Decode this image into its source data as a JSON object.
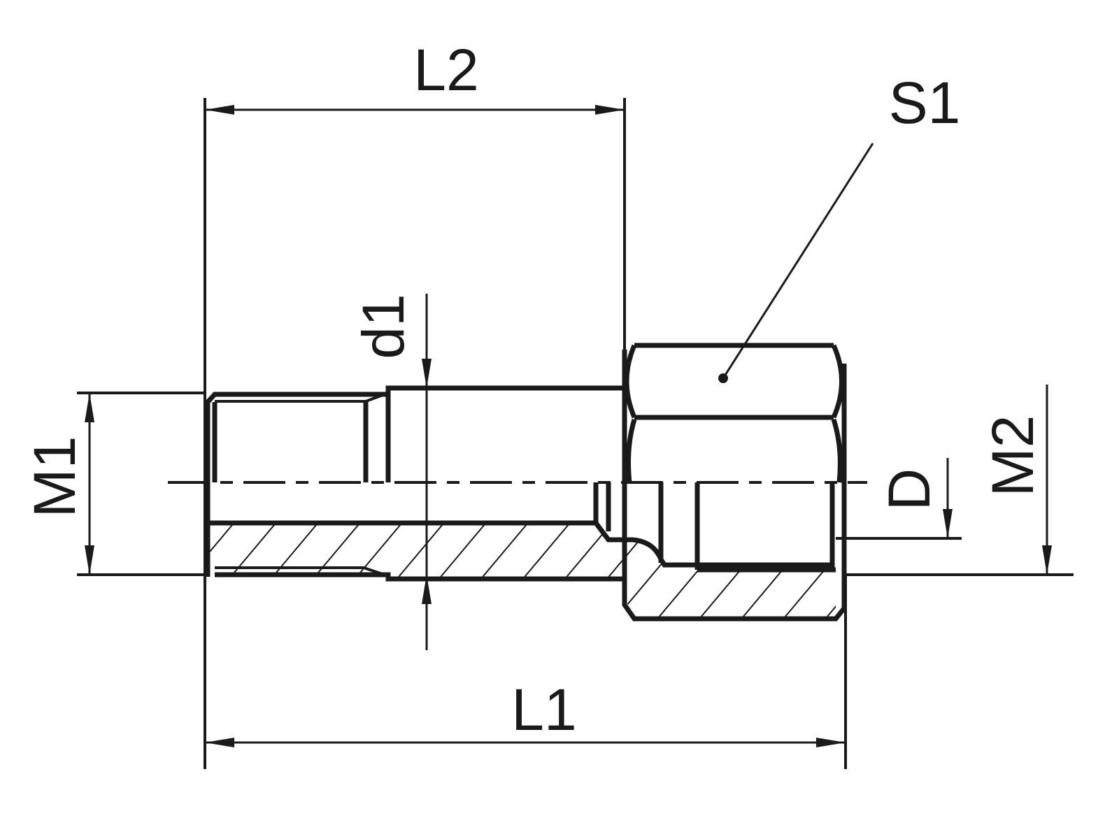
{
  "drawing": {
    "title": "Reducing adapter, male thread to female thread",
    "line_color": "#1a1a1a",
    "dimensions": {
      "L1": "L1",
      "L2": "L2",
      "S1": "S1",
      "M1": "M1",
      "M2": "M2",
      "d1": "d1",
      "D": "D"
    }
  }
}
